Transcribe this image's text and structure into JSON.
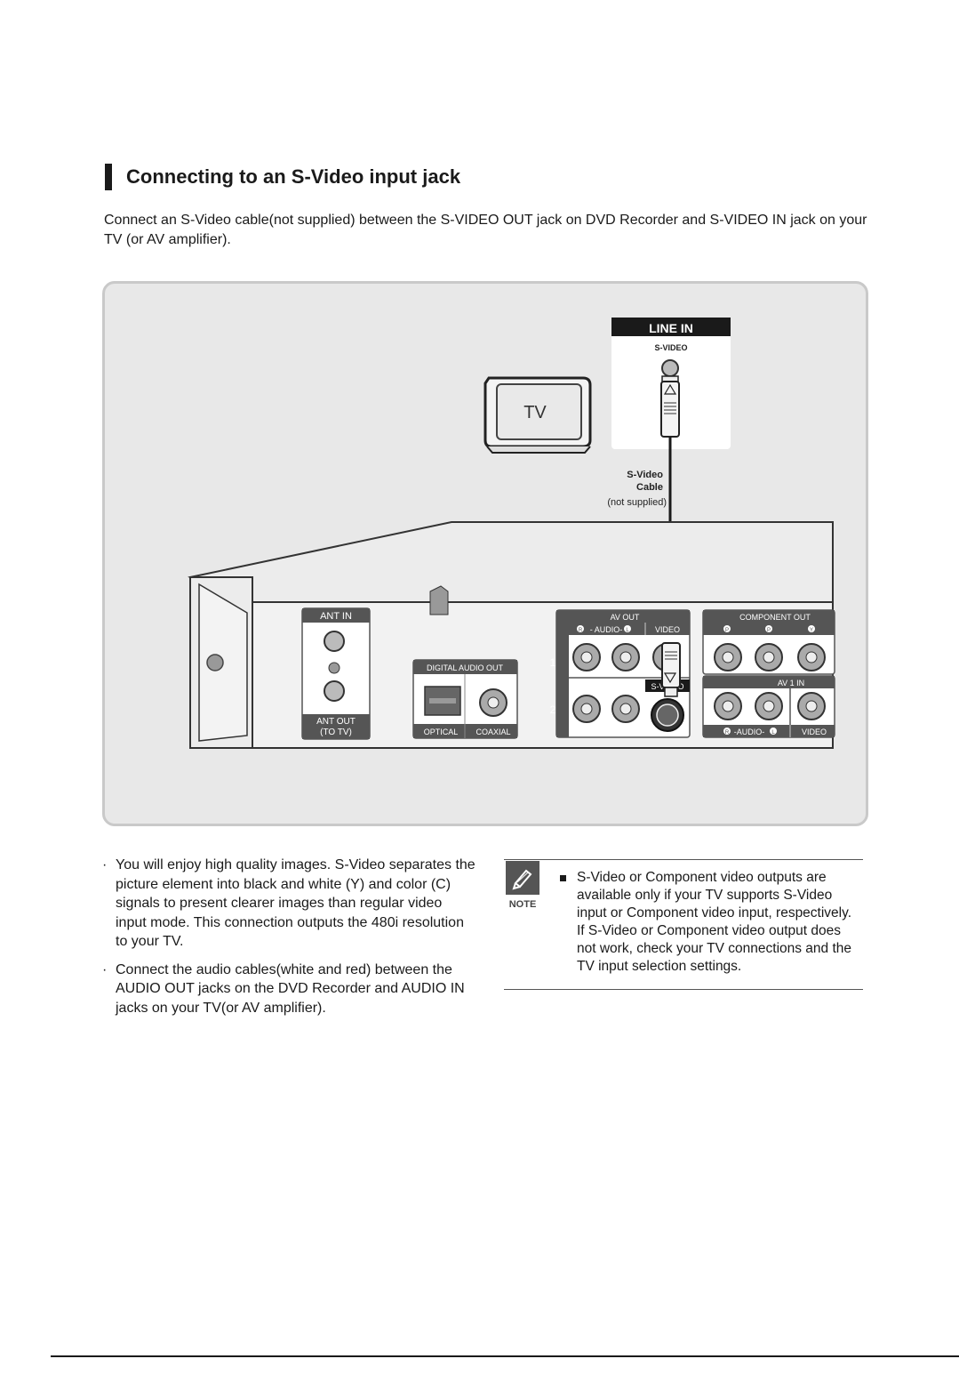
{
  "section": {
    "title": "Connecting to an S-Video input jack",
    "intro": "Connect an S-Video cable(not supplied) between the S-VIDEO OUT jack on DVD Recorder and S-VIDEO IN jack on your TV (or AV amplifier)."
  },
  "diagram": {
    "tv_label": "TV",
    "line_in": {
      "title": "LINE IN",
      "jack_label": "S-VIDEO"
    },
    "cable": {
      "name": "S-Video",
      "name2": "Cable",
      "note": "(not supplied)"
    },
    "ant": {
      "in_label": "ANT IN",
      "out_label": "ANT OUT",
      "out_label2": "(TO TV)"
    },
    "digital_audio": {
      "title": "DIGITAL AUDIO OUT",
      "optical": "OPTICAL",
      "coaxial": "COAXIAL"
    },
    "av_out": {
      "title": "AV OUT",
      "audio": "- AUDIO-",
      "video": "VIDEO",
      "svideo": "S-VIDEO",
      "row1": "1",
      "row2": "2",
      "r": "R",
      "l": "L"
    },
    "component_out": {
      "title": "COMPONENT OUT",
      "jacks": [
        "P",
        "P",
        "Y"
      ]
    },
    "av1_in": {
      "title": "AV 1 IN",
      "audio": "-AUDIO-",
      "video": "VIDEO",
      "r": "R",
      "l": "L"
    }
  },
  "bullets": [
    "You will enjoy high quality images. S-Video separates the picture element into black and white (Y) and color (C) signals to present clearer images than regular video input mode. This connection outputs the 480i resolution to your TV.",
    "Connect the audio cables(white and red) between the AUDIO OUT jacks on the DVD Recorder and AUDIO IN jacks on your TV(or AV amplifier)."
  ],
  "bullet_marker": "·",
  "note": {
    "label": "NOTE",
    "text": "S-Video or Component video outputs are available only if your TV supports S-Video input or Component video input, respectively. If S-Video or Component video output does not work, check your TV connections and the TV input selection settings."
  }
}
